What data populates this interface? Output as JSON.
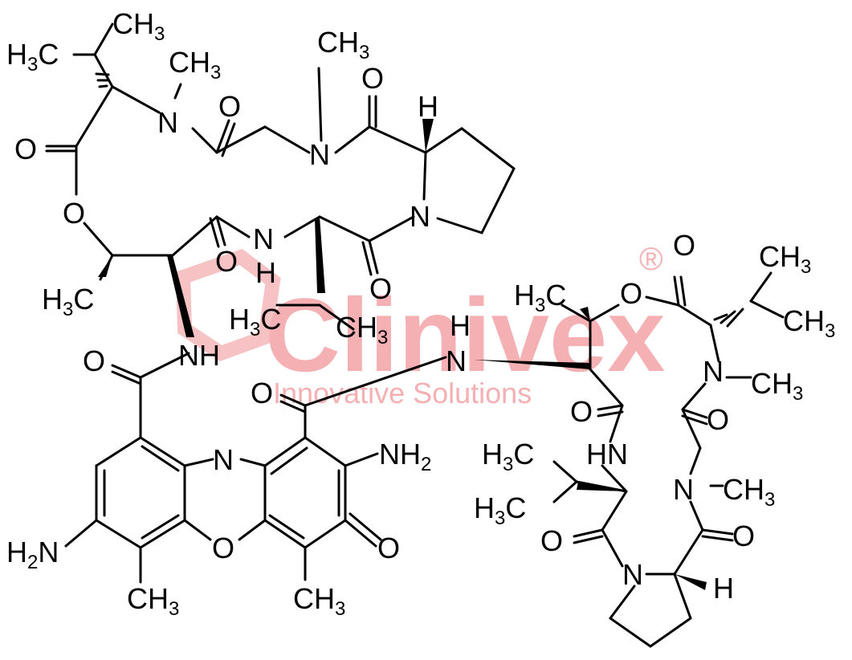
{
  "watermark": {
    "brand": "Clinivex",
    "registered_mark": "®",
    "tagline": "Innovative Solutions",
    "color": "#f4b0b3"
  },
  "atoms": {
    "ch3": "CH",
    "h3c": "H",
    "c_letter": "C",
    "sub3": "3",
    "sub2": "2",
    "o": "O",
    "n": "N",
    "nh": "NH",
    "hn": "HN",
    "h": "H",
    "nh2": "NH",
    "h2n_h": "H",
    "h2n_n": "N"
  }
}
